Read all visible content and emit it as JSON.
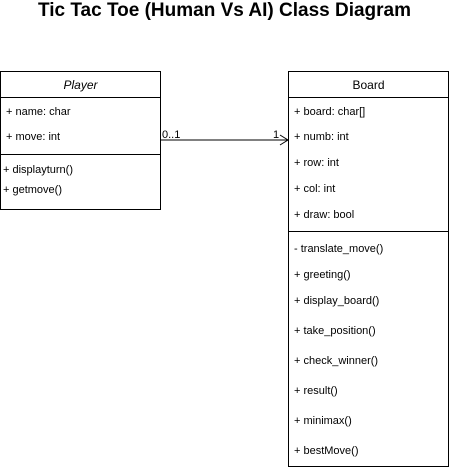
{
  "title": "Tic Tac Toe (Human Vs AI) Class Diagram",
  "player": {
    "name": "Player",
    "attributes": [
      "+ name: char",
      "+ move: int"
    ],
    "methods": [
      "+ displayturn()",
      "+ getmove()"
    ]
  },
  "board": {
    "name": "Board",
    "attributes": [
      "+ board: char[]",
      "+ numb: int",
      "+ row: int",
      "+ col: int",
      "+ draw: bool"
    ],
    "methods": [
      "- translate_move()",
      "+ greeting()",
      "+ display_board()",
      "+ take_position()",
      "+ check_winner()",
      "+ result()",
      "+ minimax()",
      "+ bestMove()"
    ]
  },
  "association": {
    "source_multiplicity": "0..1",
    "target_multiplicity": "1"
  }
}
